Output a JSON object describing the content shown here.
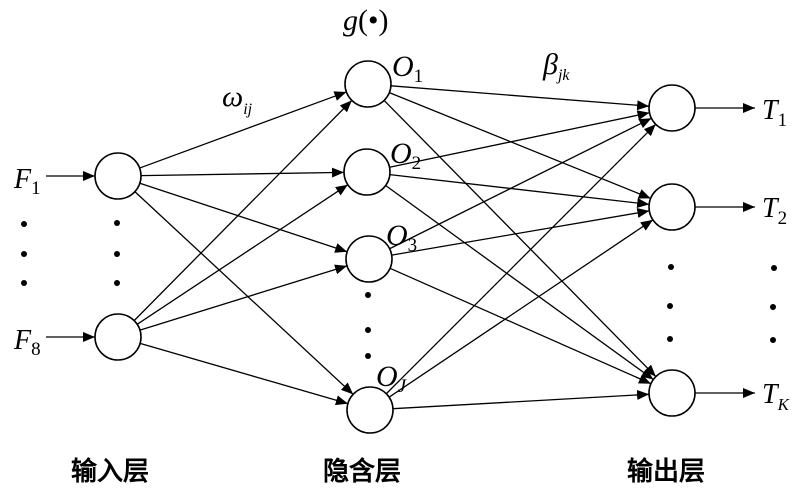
{
  "diagram": {
    "type": "feedforward-neural-network",
    "activation_label": "g(•)",
    "activation_func": "g",
    "activation_arg": "(•)",
    "weight_input_hidden": {
      "symbol": "ω",
      "subscript": "ij"
    },
    "weight_hidden_output": {
      "symbol": "β",
      "subscript": "jk"
    },
    "layers": [
      {
        "id": "input",
        "title": "输入层",
        "nodes": [
          {
            "id": "i1",
            "label": "F",
            "subscript": "1"
          },
          {
            "id": "i8",
            "label": "F",
            "subscript": "8"
          }
        ],
        "ellipsis_between": [
          "i1",
          "i8"
        ]
      },
      {
        "id": "hidden",
        "title": "隐含层",
        "nodes": [
          {
            "id": "h1",
            "label": "O",
            "subscript": "1"
          },
          {
            "id": "h2",
            "label": "O",
            "subscript": "2"
          },
          {
            "id": "h3",
            "label": "O",
            "subscript": "3"
          },
          {
            "id": "hJ",
            "label": "O",
            "subscript": "J",
            "subscript_italic": true
          }
        ],
        "ellipsis_between": [
          "h3",
          "hJ"
        ]
      },
      {
        "id": "output",
        "title": "输出层",
        "nodes": [
          {
            "id": "o1",
            "label": "T",
            "subscript": "1"
          },
          {
            "id": "o2",
            "label": "T",
            "subscript": "2"
          },
          {
            "id": "oK",
            "label": "T",
            "subscript": "K",
            "subscript_italic": true
          }
        ],
        "ellipsis_between": [
          "o2",
          "oK"
        ]
      }
    ],
    "connectivity": "fully-connected input→hidden, hidden→output",
    "edge_style": "directed arrows"
  }
}
